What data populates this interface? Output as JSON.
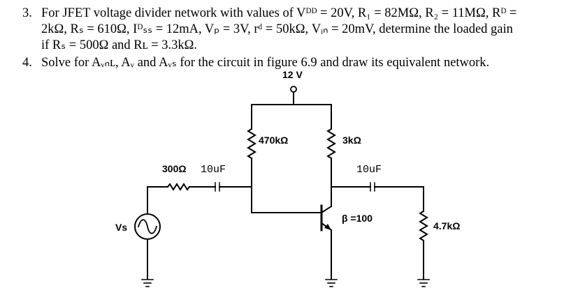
{
  "problems": [
    {
      "number": "3.",
      "lines": [
        "For JFET voltage divider network with values of Vᴰᴰ = 20V, R₁ = 82MΩ, R₂ = 11MΩ, Rᴰ =",
        "2kΩ, Rₛ = 610Ω, Iᴰₛₛ = 12mA, Vₚ = 3V, rᵈ = 50kΩ, Vᵢₙ = 20mV, determine the loaded gain",
        "if Rₛ = 500Ω and Rʟ = 3.3kΩ."
      ]
    },
    {
      "number": "4.",
      "lines": [
        "Solve for Aᵥₙʟ, Aᵥ and Aᵥₛ for the circuit in figure 6.9 and draw its equivalent network."
      ]
    }
  ],
  "circuit": {
    "supply": "12 V",
    "r_base_bias": "470kΩ",
    "r_collector": "3kΩ",
    "r_source": "300Ω",
    "c_in": "10uF",
    "c_out": "10uF",
    "beta": "β =100",
    "r_load": "4.7kΩ",
    "source_label": "Vs"
  }
}
